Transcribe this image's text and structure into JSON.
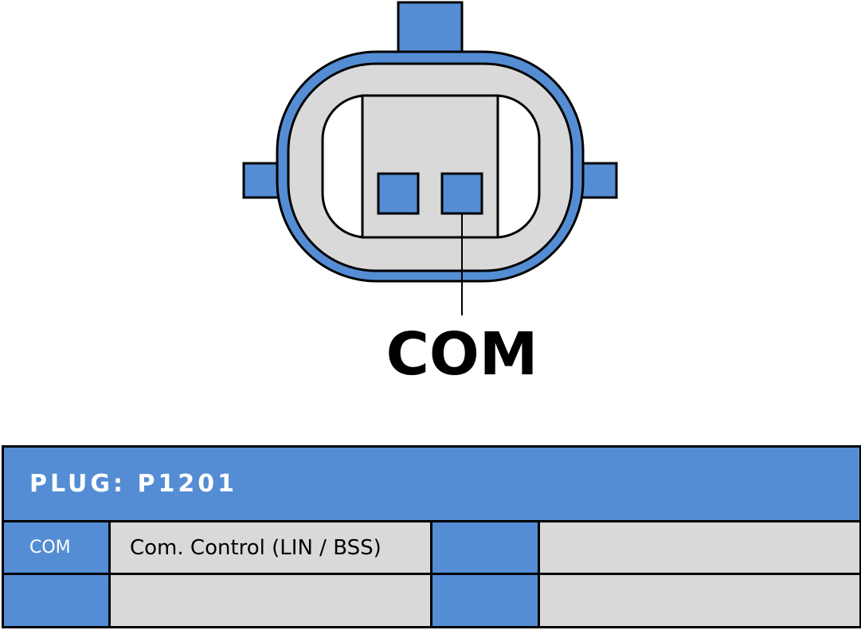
{
  "connector": {
    "pin_label": "COM",
    "colors": {
      "blue": "#548dd4",
      "gray": "#d9d9d9",
      "outline": "#000000"
    }
  },
  "table": {
    "title": "PLUG: P1201",
    "rows": [
      {
        "pin1": "COM",
        "desc1": "Com. Control (LIN / BSS)",
        "pin2": "",
        "desc2": ""
      },
      {
        "pin1": "",
        "desc1": "",
        "pin2": "",
        "desc2": ""
      }
    ]
  }
}
